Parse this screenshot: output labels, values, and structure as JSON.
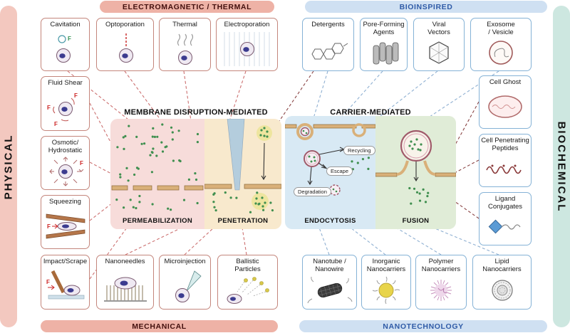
{
  "bands": {
    "physical": "PHYSICAL",
    "biochemical": "BIOCHEMICAL"
  },
  "banners": {
    "electromagnetic_thermal": "ELECTROMAGNETIC / THERMAL",
    "bioinspired": "BIOINSPIRED",
    "mechanical": "MECHANICAL",
    "nanotechnology": "NANOTECHNOLOGY"
  },
  "methods": {
    "cavitation": "Cavitation",
    "optoporation": "Optoporation",
    "thermal": "Thermal",
    "electroporation": "Electroporation",
    "detergents": "Detergents",
    "pore_forming": "Pore-Forming\nAgents",
    "viral_vectors": "Viral\nVectors",
    "exosome": "Exosome\n/ Vesicle",
    "fluid_shear": "Fluid Shear",
    "cell_ghost": "Cell Ghost",
    "osmotic": "Osmotic/\nHydrostatic",
    "cpp": "Cell Penetrating\nPeptides",
    "squeezing": "Squeezing",
    "ligand": "Ligand\nConjugates",
    "impact": "Impact/Scrape",
    "nanoneedles": "Nanoneedles",
    "microinjection": "Microinjection",
    "ballistic": "Ballistic\nParticles",
    "nanotube": "Nanotube /\nNanowire",
    "inorganic": "Inorganic\nNanocarriers",
    "polymer": "Polymer\nNanocarriers",
    "lipid": "Lipid\nNanocarriers"
  },
  "panels": {
    "membrane_title": "MEMBRANE DISRUPTION-MEDIATED",
    "carrier_title": "CARRIER-MEDIATED",
    "permeabilization": "PERMEABILIZATION",
    "penetration": "PENETRATION",
    "endocytosis": "ENDOCYTOSIS",
    "fusion": "FUSION",
    "recycling": "Recycling",
    "escape": "Escape",
    "degradation": "Degradation"
  },
  "force_label": "F",
  "colors": {
    "phys_band": "#f3c8bf",
    "bio_band": "#cde7e0",
    "em_banner_bg": "#eeb2a6",
    "em_banner_text": "#43100e",
    "bio_banner_bg": "#cfe0f2",
    "bio_banner_text": "#2f5ba7",
    "phys_border": "#c4867c",
    "bio_border": "#85b2d6",
    "perm_bg": "#f7dcda",
    "pen_bg": "#f8e9cd",
    "endo_bg": "#d8e9f4",
    "fusion_bg": "#e0ecd7",
    "red_line": "#cc7070",
    "blue_line": "#8fb0d2",
    "maroon_line": "#8a4444",
    "dot_green": "#3f8f4f",
    "membrane": "#d9b079"
  }
}
